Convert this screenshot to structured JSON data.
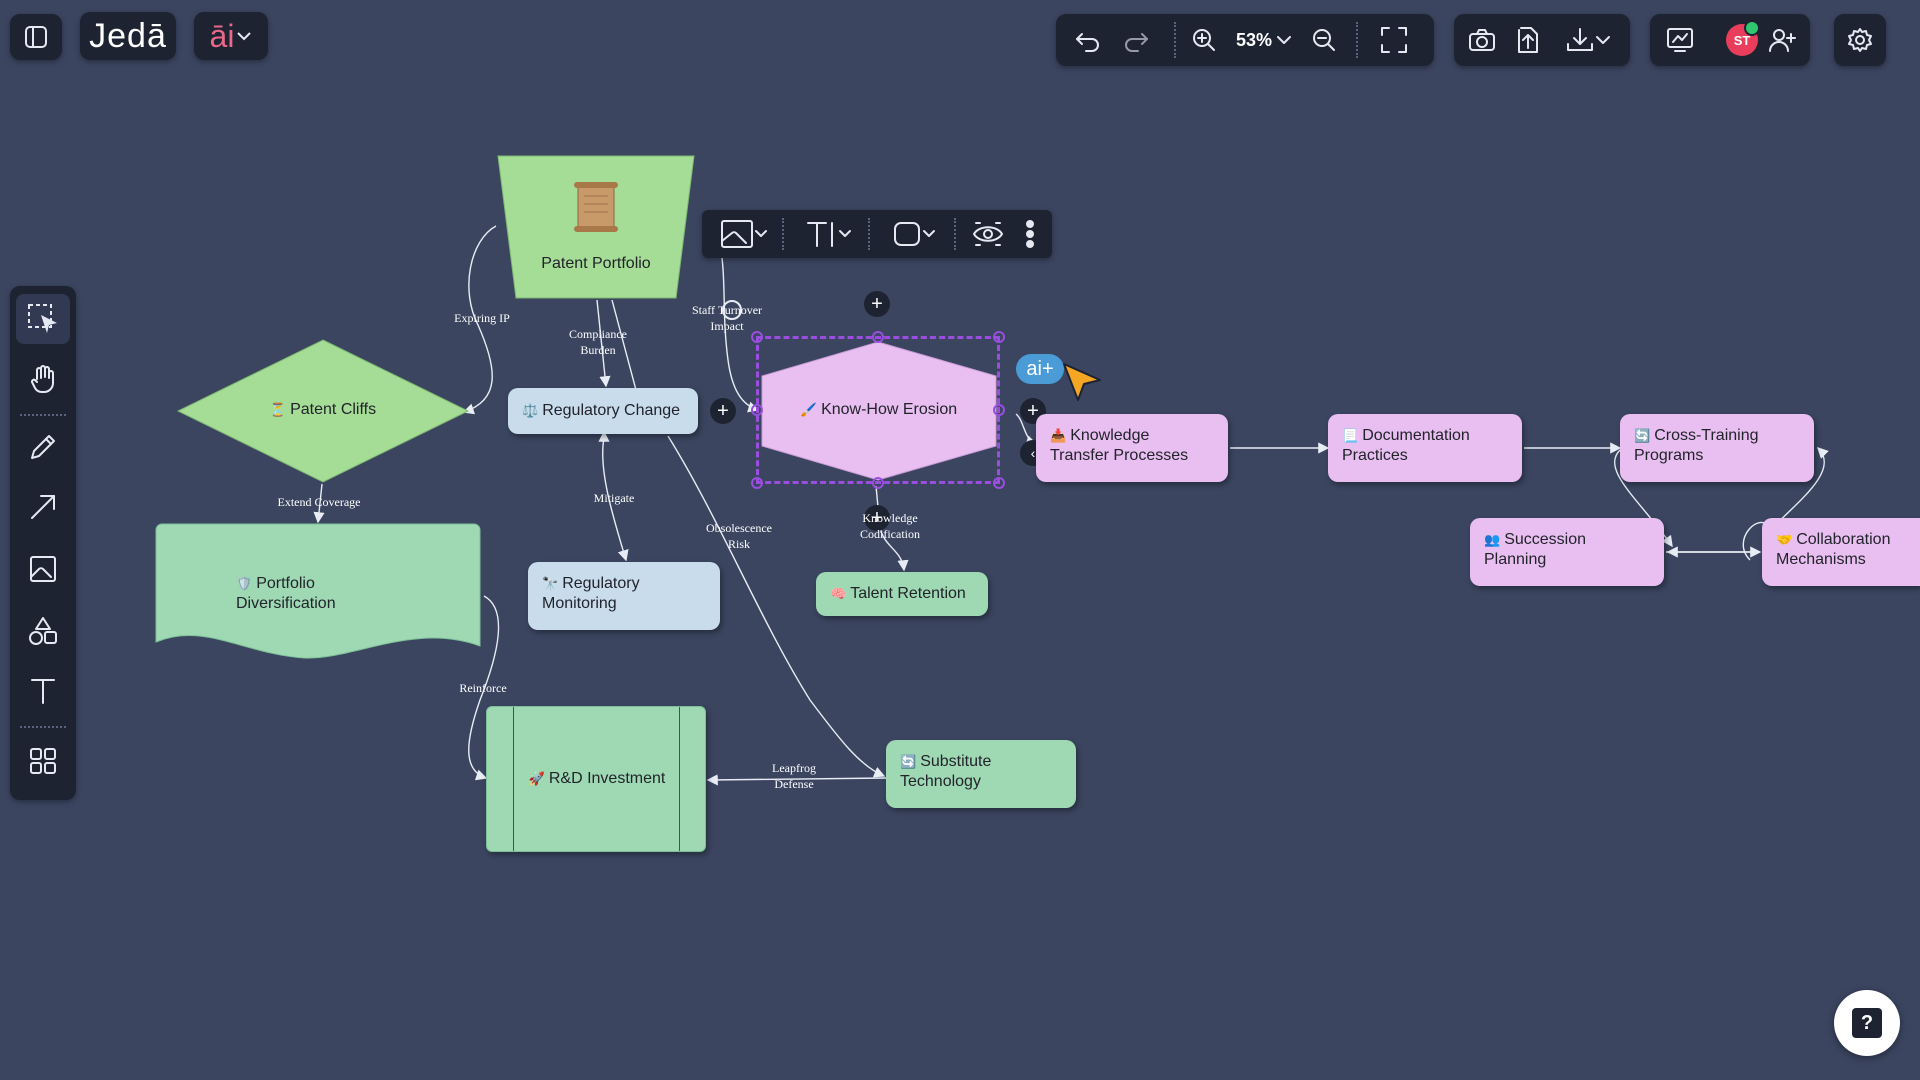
{
  "app": {
    "logo_text": "Jedā",
    "ai_menu_label": "āi",
    "zoom_level": "53%",
    "user_initials": "ST"
  },
  "context_toolbar": {
    "items": [
      "shape-style",
      "text-style",
      "border-style",
      "visibility",
      "more"
    ]
  },
  "ai_badge": "ai+",
  "nodes": {
    "patent_portfolio": "Patent Portfolio",
    "patent_cliffs": "Patent Cliffs",
    "regulatory_change": "Regulatory Change",
    "know_how_erosion": "Know-How Erosion",
    "knowledge_transfer": [
      "Knowledge",
      "Transfer Processes"
    ],
    "documentation_practices": [
      "Documentation",
      "Practices"
    ],
    "cross_training": [
      "Cross-Training",
      "Programs"
    ],
    "succession_planning": [
      "Succession",
      "Planning"
    ],
    "collaboration_mechanisms": [
      "Collaboration",
      "Mechanisms"
    ],
    "portfolio_diversification": [
      "Portfolio",
      "Diversification"
    ],
    "regulatory_monitoring": [
      "Regulatory",
      "Monitoring"
    ],
    "talent_retention": "Talent Retention",
    "rd_investment": "R&D Investment",
    "substitute_technology": [
      "Substitute",
      "Technology"
    ]
  },
  "edge_labels": {
    "expiring_ip": "Expiring IP",
    "compliance_burden": [
      "Compliance",
      "Burden"
    ],
    "staff_turnover": [
      "Staff Turnover",
      "Impact"
    ],
    "extend_coverage": "Extend Coverage",
    "mitigate": "Mitigate",
    "obsolescence_risk": [
      "Obsolescence",
      "Risk"
    ],
    "knowledge_codification": [
      "Knowledge",
      "Codification"
    ],
    "reinforce": "Reinforce",
    "leapfrog_defense": [
      "Leapfrog",
      "Defense"
    ]
  },
  "colors": {
    "canvas": "#3b4560",
    "green_node": "#a5dc96",
    "mint_node": "#9fd9b4",
    "blue_node": "#c8dcec",
    "pink_node": "#e8bff0",
    "selection": "#9a4ee0",
    "ai_badge": "#4a9bd6",
    "cursor": "#f5a623"
  },
  "help_button": "?"
}
